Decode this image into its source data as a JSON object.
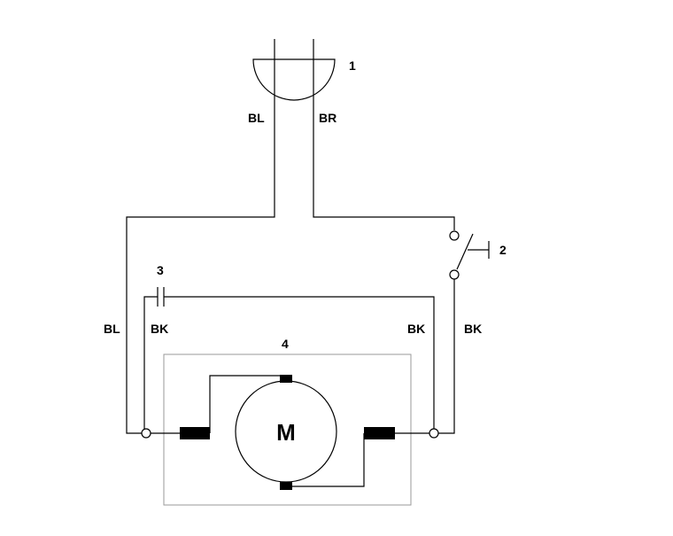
{
  "diagram": {
    "labels": {
      "plug_number": "1",
      "switch_number": "2",
      "capacitor_number": "3",
      "motor_unit_number": "4",
      "wire_bl_top": "BL",
      "wire_br_top": "BR",
      "wire_bl_left": "BL",
      "wire_bk_cap_left": "BK",
      "wire_bk_cap_right": "BK",
      "wire_bk_right": "BK",
      "motor_letter": "M"
    },
    "colors": {
      "line": "#000000",
      "box_outline": "#9a9a9a",
      "brush": "#000000",
      "background": "#ffffff"
    }
  }
}
